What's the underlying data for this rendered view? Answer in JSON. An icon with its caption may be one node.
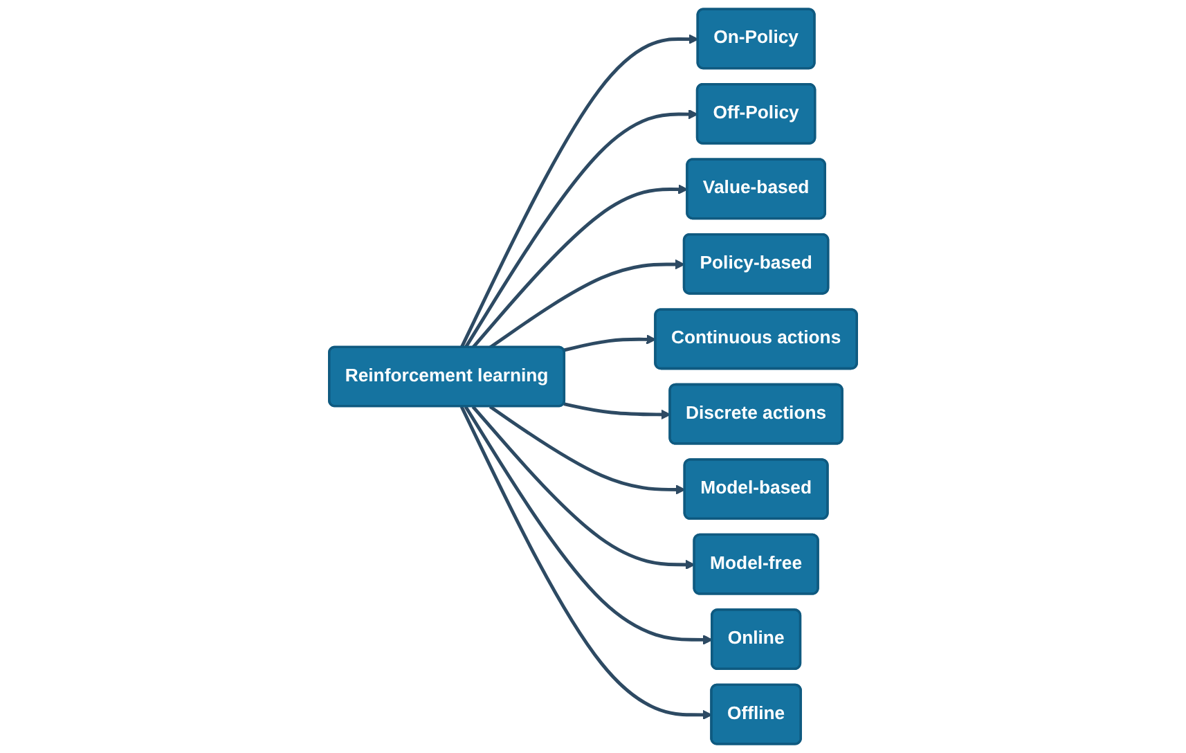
{
  "diagram": {
    "nodes": [
      {
        "text": [
          "On-Policy"
        ]
      },
      {
        "text": [
          "Off-Policy"
        ]
      },
      {
        "text": [
          "Value-based"
        ]
      },
      {
        "text": [
          "Continuous actions"
        ]
      },
      {
        "text": [
          "Reinforcement learning"
        ]
      },
      {
        "text": [
          "Policy-based"
        ]
      },
      {
        "text": [
          "Discrete actions"
        ]
      },
      {
        "text": [
          "Model-based"
        ]
      },
      {
        "text": [
          "Online"
        ]
      },
      {
        "text": [
          "Model-free"
        ]
      },
      {
        "text": [
          "Offline"
        ]
      }
    ],
    "edges": [
      {
        "from": 4,
        "to": 0,
        "arrow": "to"
      },
      {
        "from": 4,
        "to": 1,
        "arrow": "to"
      },
      {
        "from": 4,
        "to": 2,
        "arrow": "to"
      },
      {
        "from": 4,
        "to": 5,
        "arrow": "to"
      },
      {
        "from": 4,
        "to": 3,
        "arrow": "to"
      },
      {
        "from": 4,
        "to": 6,
        "arrow": "to"
      },
      {
        "from": 4,
        "to": 7,
        "arrow": "to"
      },
      {
        "from": 4,
        "to": 9,
        "arrow": "to"
      },
      {
        "from": 4,
        "to": 8,
        "arrow": "to"
      },
      {
        "from": 4,
        "to": 10,
        "arrow": "to"
      }
    ]
  }
}
